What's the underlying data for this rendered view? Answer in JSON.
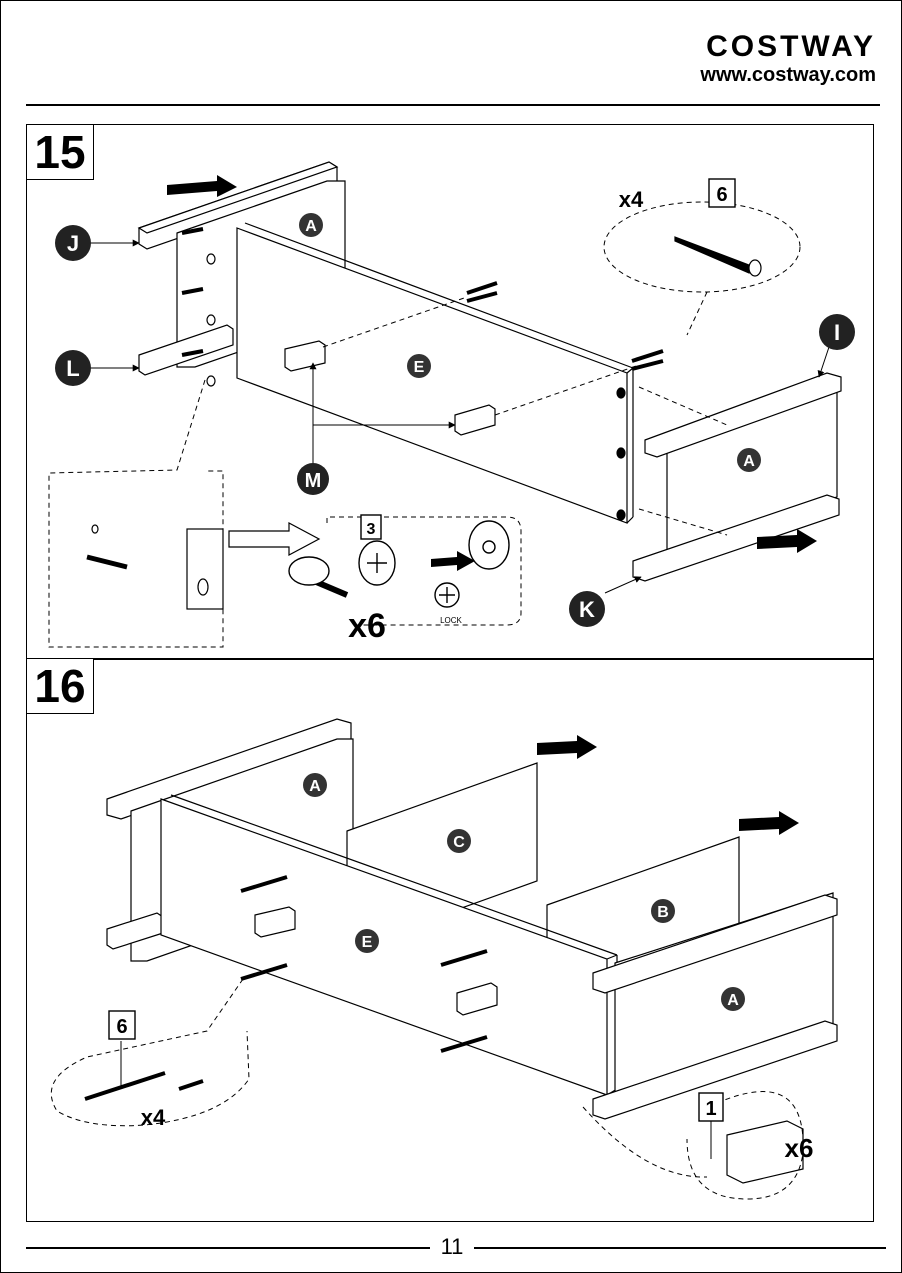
{
  "brand": {
    "name": "COSTWAY",
    "url": "www.costway.com"
  },
  "steps": [
    {
      "number": "15",
      "part_labels": {
        "J": "J",
        "L": "L",
        "I": "I",
        "M": "M",
        "K": "K",
        "A_left": "A",
        "A_right": "A",
        "E": "E"
      },
      "screw": {
        "id": "6",
        "qty": "x4"
      },
      "cam_lock": {
        "id": "3",
        "qty": "x6",
        "lock_text": "LOCK"
      }
    },
    {
      "number": "16",
      "part_labels": {
        "A_left": "A",
        "C": "C",
        "B": "B",
        "E": "E",
        "A_right": "A"
      },
      "screw": {
        "id": "6",
        "qty": "x4"
      },
      "dowel": {
        "id": "1",
        "qty": "x6"
      }
    }
  ],
  "page_number": "11"
}
